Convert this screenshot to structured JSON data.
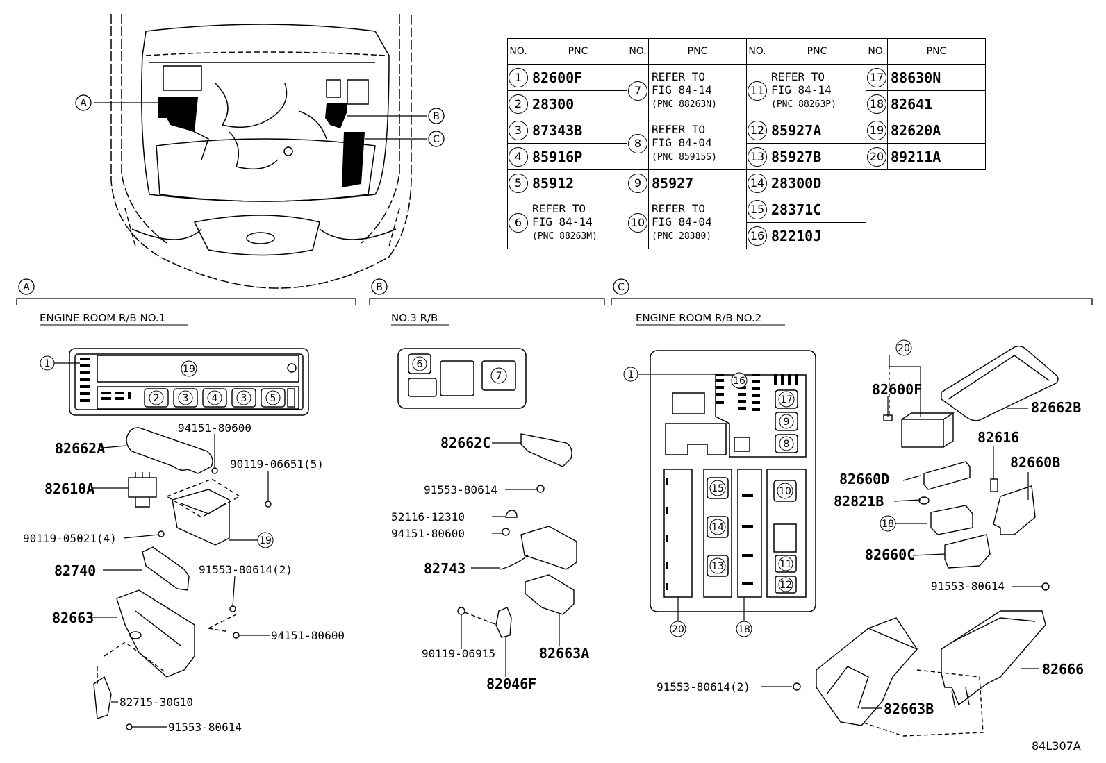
{
  "pnc_table": {
    "headers": [
      "NO.",
      "PNC"
    ],
    "rows": [
      {
        "no": "1",
        "pnc": "82600F"
      },
      {
        "no": "2",
        "pnc": "28300"
      },
      {
        "no": "3",
        "pnc": "87343B"
      },
      {
        "no": "4",
        "pnc": "85916P"
      },
      {
        "no": "5",
        "pnc": "85912"
      },
      {
        "no": "6",
        "ref1": "REFER TO",
        "ref2": "FIG 84-14",
        "ref3": "(PNC 88263M)"
      },
      {
        "no": "7",
        "ref1": "REFER TO",
        "ref2": "FIG 84-14",
        "ref3": "(PNC 88263N)"
      },
      {
        "no": "8",
        "ref1": "REFER TO",
        "ref2": "FIG 84-04",
        "ref3": "(PNC 85915S)"
      },
      {
        "no": "9",
        "pnc": "85927"
      },
      {
        "no": "10",
        "ref1": "REFER TO",
        "ref2": "FIG 84-04",
        "ref3": "(PNC 28380)"
      },
      {
        "no": "11",
        "ref1": "REFER TO",
        "ref2": "FIG 84-14",
        "ref3": "(PNC 88263P)"
      },
      {
        "no": "12",
        "pnc": "85927A"
      },
      {
        "no": "13",
        "pnc": "85927B"
      },
      {
        "no": "14",
        "pnc": "28300D"
      },
      {
        "no": "15",
        "pnc": "28371C"
      },
      {
        "no": "16",
        "pnc": "82210J"
      },
      {
        "no": "17",
        "pnc": "88630N"
      },
      {
        "no": "18",
        "pnc": "82641"
      },
      {
        "no": "19",
        "pnc": "82620A"
      },
      {
        "no": "20",
        "pnc": "89211A"
      }
    ]
  },
  "overview": {
    "callouts": [
      "A",
      "B",
      "C"
    ]
  },
  "sections": {
    "a": {
      "letter": "A",
      "title": "ENGINE ROOM R/B NO.1"
    },
    "b": {
      "letter": "B",
      "title": "NO.3 R/B"
    },
    "c": {
      "letter": "C",
      "title": "ENGINE ROOM R/B NO.2"
    }
  },
  "parts_a": {
    "p82662A": "82662A",
    "p82610A": "82610A",
    "p82740": "82740",
    "p82663": "82663",
    "s94151_top": "94151-80600",
    "s90119_5": "90119-06651(5)",
    "s90119_4": "90119-05021(4)",
    "s91553_2": "91553-80614(2)",
    "s94151_bot": "94151-80600",
    "s82715": "82715-30G10",
    "s91553": "91553-80614",
    "c1": "1",
    "c19a": "19",
    "c19b": "19",
    "f2": "2",
    "f3a": "3",
    "f4": "4",
    "f3b": "3",
    "f5": "5"
  },
  "parts_b": {
    "p82662C": "82662C",
    "s91553": "91553-80614",
    "s52116": "52116-12310",
    "s94151": "94151-80600",
    "p82743": "82743",
    "s90119": "90119-06915",
    "p82663A": "82663A",
    "p82046F": "82046F",
    "c6": "6",
    "c7": "7"
  },
  "parts_c": {
    "c1": "1",
    "c16": "16",
    "c17": "17",
    "c9": "9",
    "c8": "8",
    "c10": "10",
    "c15": "15",
    "c14": "14",
    "c13": "13",
    "c11": "11",
    "c12": "12",
    "c20a": "20",
    "c18a": "18",
    "c20b": "20",
    "c18b": "18",
    "p82600F": "82600F",
    "p82662B": "82662B",
    "p82616": "82616",
    "p82660D": "82660D",
    "p82660B": "82660B",
    "p82821B": "82821B",
    "p82660C": "82660C",
    "s91553": "91553-80614",
    "s91553_2": "91553-80614(2)",
    "p82666": "82666",
    "p82663B": "82663B"
  },
  "figure_id": "84L307A"
}
